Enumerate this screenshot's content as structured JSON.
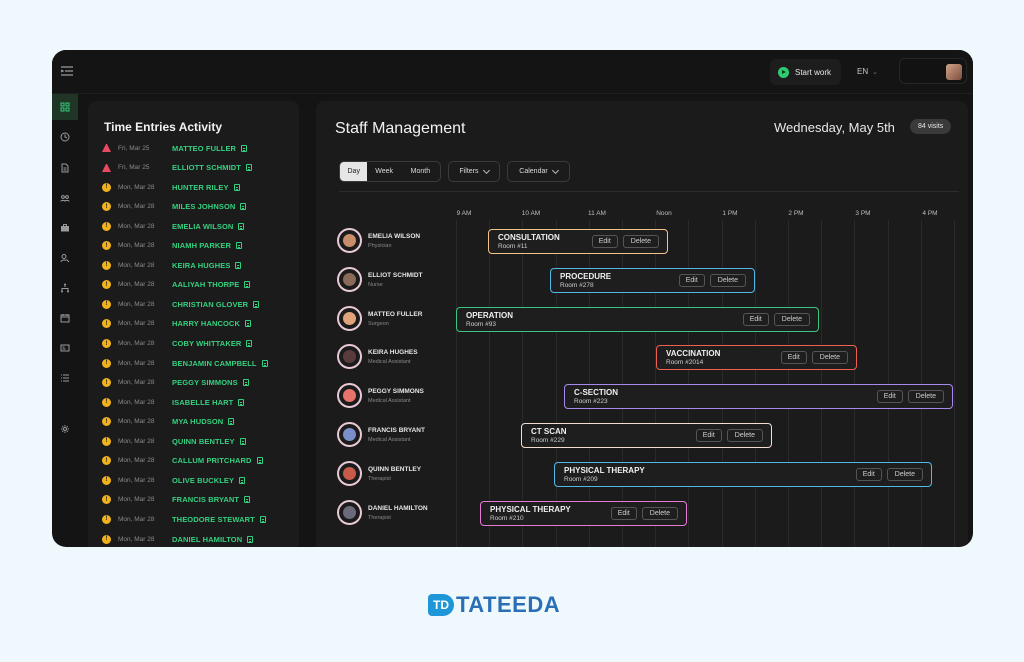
{
  "topbar": {
    "start_work": "Start work",
    "language": "EN"
  },
  "time_entries": {
    "title": "Time Entries Activity",
    "items": [
      {
        "status": "warning",
        "date": "Fri, Mar 25",
        "name": "MATTEO FULLER"
      },
      {
        "status": "warning",
        "date": "Fri, Mar 25",
        "name": "ELLIOTT SCHMIDT"
      },
      {
        "status": "info",
        "date": "Mon, Mar 28",
        "name": "HUNTER RILEY"
      },
      {
        "status": "info",
        "date": "Mon, Mar 28",
        "name": "MILES JOHNSON"
      },
      {
        "status": "info",
        "date": "Mon, Mar 28",
        "name": "EMELIA WILSON"
      },
      {
        "status": "info",
        "date": "Mon, Mar 28",
        "name": "NIAMH PARKER"
      },
      {
        "status": "info",
        "date": "Mon, Mar 28",
        "name": "KEIRA HUGHES"
      },
      {
        "status": "info",
        "date": "Mon, Mar 28",
        "name": "AALIYAH THORPE"
      },
      {
        "status": "info",
        "date": "Mon, Mar 28",
        "name": "CHRISTIAN GLOVER"
      },
      {
        "status": "info",
        "date": "Mon, Mar 28",
        "name": "HARRY HANCOCK"
      },
      {
        "status": "info",
        "date": "Mon, Mar 28",
        "name": "COBY WHITTAKER"
      },
      {
        "status": "info",
        "date": "Mon, Mar 28",
        "name": "BENJAMIN CAMPBELL"
      },
      {
        "status": "info",
        "date": "Mon, Mar 28",
        "name": "PEGGY SIMMONS"
      },
      {
        "status": "info",
        "date": "Mon, Mar 28",
        "name": "ISABELLE HART"
      },
      {
        "status": "info",
        "date": "Mon, Mar 28",
        "name": "MYA HUDSON"
      },
      {
        "status": "info",
        "date": "Mon, Mar 28",
        "name": "QUINN BENTLEY"
      },
      {
        "status": "info",
        "date": "Mon, Mar 28",
        "name": "CALLUM PRITCHARD"
      },
      {
        "status": "info",
        "date": "Mon, Mar 28",
        "name": "OLIVE BUCKLEY"
      },
      {
        "status": "info",
        "date": "Mon, Mar 28",
        "name": "FRANCIS BRYANT"
      },
      {
        "status": "info",
        "date": "Mon, Mar 28",
        "name": "THEODORE STEWART"
      },
      {
        "status": "info",
        "date": "Mon, Mar 28",
        "name": "DANIEL HAMILTON"
      }
    ]
  },
  "staff": {
    "title": "Staff Management",
    "date": "Wednesday, May 5th",
    "visits": "84 visits",
    "views": {
      "day": "Day",
      "week": "Week",
      "month": "Month"
    },
    "filters": "Filters",
    "calendar": "Calendar",
    "hours": [
      "9 AM",
      "10 AM",
      "11 AM",
      "Noon",
      "1 PM",
      "2 PM",
      "3 PM",
      "4 PM"
    ],
    "edit_label": "Edit",
    "delete_label": "Delete",
    "rows": [
      {
        "name": "EMELIA WILSON",
        "role": "Physician",
        "appt_title": "CONSULTATION",
        "room": "Room #11",
        "color": "#f2c48a",
        "avatar": "#c98d6a"
      },
      {
        "name": "ELLIOT SCHMIDT",
        "role": "Nurse",
        "appt_title": "PROCEDURE",
        "room": "Room #278",
        "color": "#4fb8e6",
        "avatar": "#8a6b5a"
      },
      {
        "name": "MATTEO FULLER",
        "role": "Surgeon",
        "appt_title": "OPERATION",
        "room": "Room #93",
        "color": "#3cc47c",
        "avatar": "#e0a47a"
      },
      {
        "name": "KEIRA HUGHES",
        "role": "Medical Assistant",
        "appt_title": "VACCINATION",
        "room": "Room #2014",
        "color": "#f0604f",
        "avatar": "#5a3b3b"
      },
      {
        "name": "PEGGY SIMMONS",
        "role": "Medical Assistant",
        "appt_title": "C-SECTION",
        "room": "Room #223",
        "color": "#a889f0",
        "avatar": "#e8736a"
      },
      {
        "name": "FRANCIS BRYANT",
        "role": "Medical Assistant",
        "appt_title": "CT SCAN",
        "room": "Room #229",
        "color": "#f2ddd0",
        "avatar": "#7a8fc9"
      },
      {
        "name": "QUINN BENTLEY",
        "role": "Therapist",
        "appt_title": "PHYSICAL THERAPY",
        "room": "Room #209",
        "color": "#4fb8e6",
        "avatar": "#c95a4a"
      },
      {
        "name": "DANIEL HAMILTON",
        "role": "Therapist",
        "appt_title": "PHYSICAL THERAPY",
        "room": "Room #210",
        "color": "#e87ad8",
        "avatar": "#6a6a7a"
      }
    ]
  },
  "brand": {
    "mark": "TD",
    "wordmark": "TATEEDA"
  }
}
